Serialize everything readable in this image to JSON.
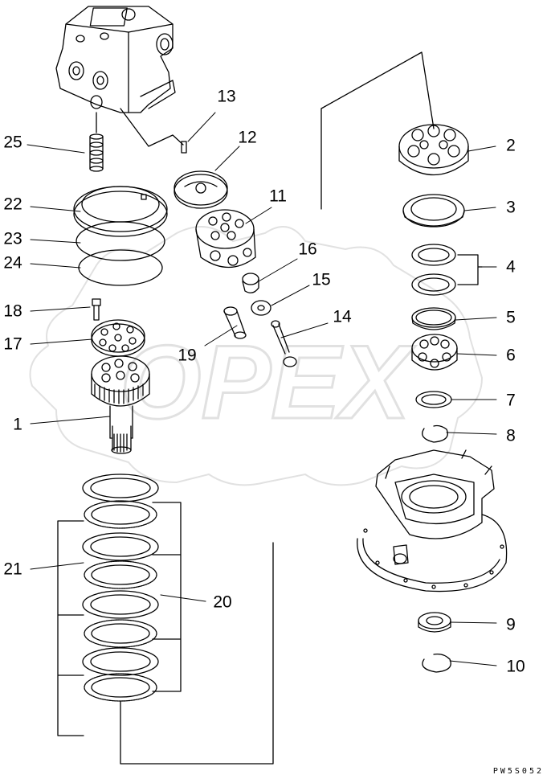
{
  "drawing_code": "PW5S052",
  "watermark": "OPEX",
  "callouts": [
    {
      "id": "1",
      "label": "1"
    },
    {
      "id": "2",
      "label": "2"
    },
    {
      "id": "3",
      "label": "3"
    },
    {
      "id": "4",
      "label": "4"
    },
    {
      "id": "5",
      "label": "5"
    },
    {
      "id": "6",
      "label": "6"
    },
    {
      "id": "7",
      "label": "7"
    },
    {
      "id": "8",
      "label": "8"
    },
    {
      "id": "9",
      "label": "9"
    },
    {
      "id": "10",
      "label": "10"
    },
    {
      "id": "11",
      "label": "11"
    },
    {
      "id": "12",
      "label": "12"
    },
    {
      "id": "13",
      "label": "13"
    },
    {
      "id": "14",
      "label": "14"
    },
    {
      "id": "15",
      "label": "15"
    },
    {
      "id": "16",
      "label": "16"
    },
    {
      "id": "17",
      "label": "17"
    },
    {
      "id": "18",
      "label": "18"
    },
    {
      "id": "19",
      "label": "19"
    },
    {
      "id": "20",
      "label": "20"
    },
    {
      "id": "21",
      "label": "21"
    },
    {
      "id": "22",
      "label": "22"
    },
    {
      "id": "23",
      "label": "23"
    },
    {
      "id": "24",
      "label": "24"
    },
    {
      "id": "25",
      "label": "25"
    }
  ]
}
